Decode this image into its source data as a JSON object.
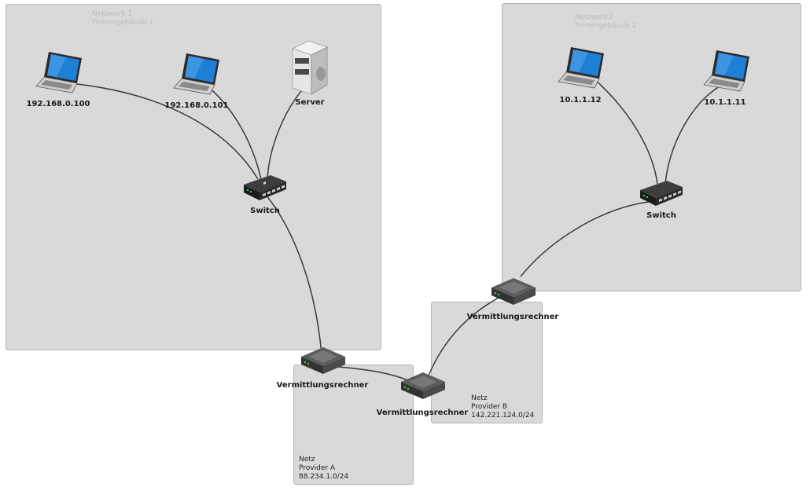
{
  "zones": {
    "net1": {
      "line1": "Netzwerk 1",
      "line2": "Firmengebäude 1"
    },
    "net2": {
      "line1": "Netzwerk2",
      "line2": "Firmengebäude 2"
    },
    "provA": {
      "line1": "Netz",
      "line2": "Provider A",
      "line3": "88.234.1.0/24"
    },
    "provB": {
      "line1": "Netz",
      "line2": "Provider B",
      "line3": "142.221.124.0/24"
    }
  },
  "devices": {
    "laptop1": {
      "label": "192.168.0.100",
      "icon": "laptop-icon"
    },
    "laptop2": {
      "label": "192.168.0.101",
      "icon": "laptop-icon"
    },
    "server": {
      "label": "Server",
      "icon": "server-icon"
    },
    "switch1": {
      "label": "Switch",
      "icon": "switch-icon"
    },
    "laptop3": {
      "label": "10.1.1.12",
      "icon": "laptop-icon"
    },
    "laptop4": {
      "label": "10.1.1.11",
      "icon": "laptop-icon"
    },
    "switch2": {
      "label": "Switch",
      "icon": "switch-icon"
    },
    "router1": {
      "label": "Vermittlungsrechner",
      "icon": "router-icon"
    },
    "router2": {
      "label": "Vermittlungsrechner",
      "icon": "router-icon"
    },
    "router3": {
      "label": "Vermittlungsrechner",
      "icon": "router-icon"
    }
  },
  "colors": {
    "zone_fill": "#d9d9d9",
    "zone_border": "#b5b5b5",
    "link": "#3a3a3a",
    "screen": "#1e7fd6"
  }
}
